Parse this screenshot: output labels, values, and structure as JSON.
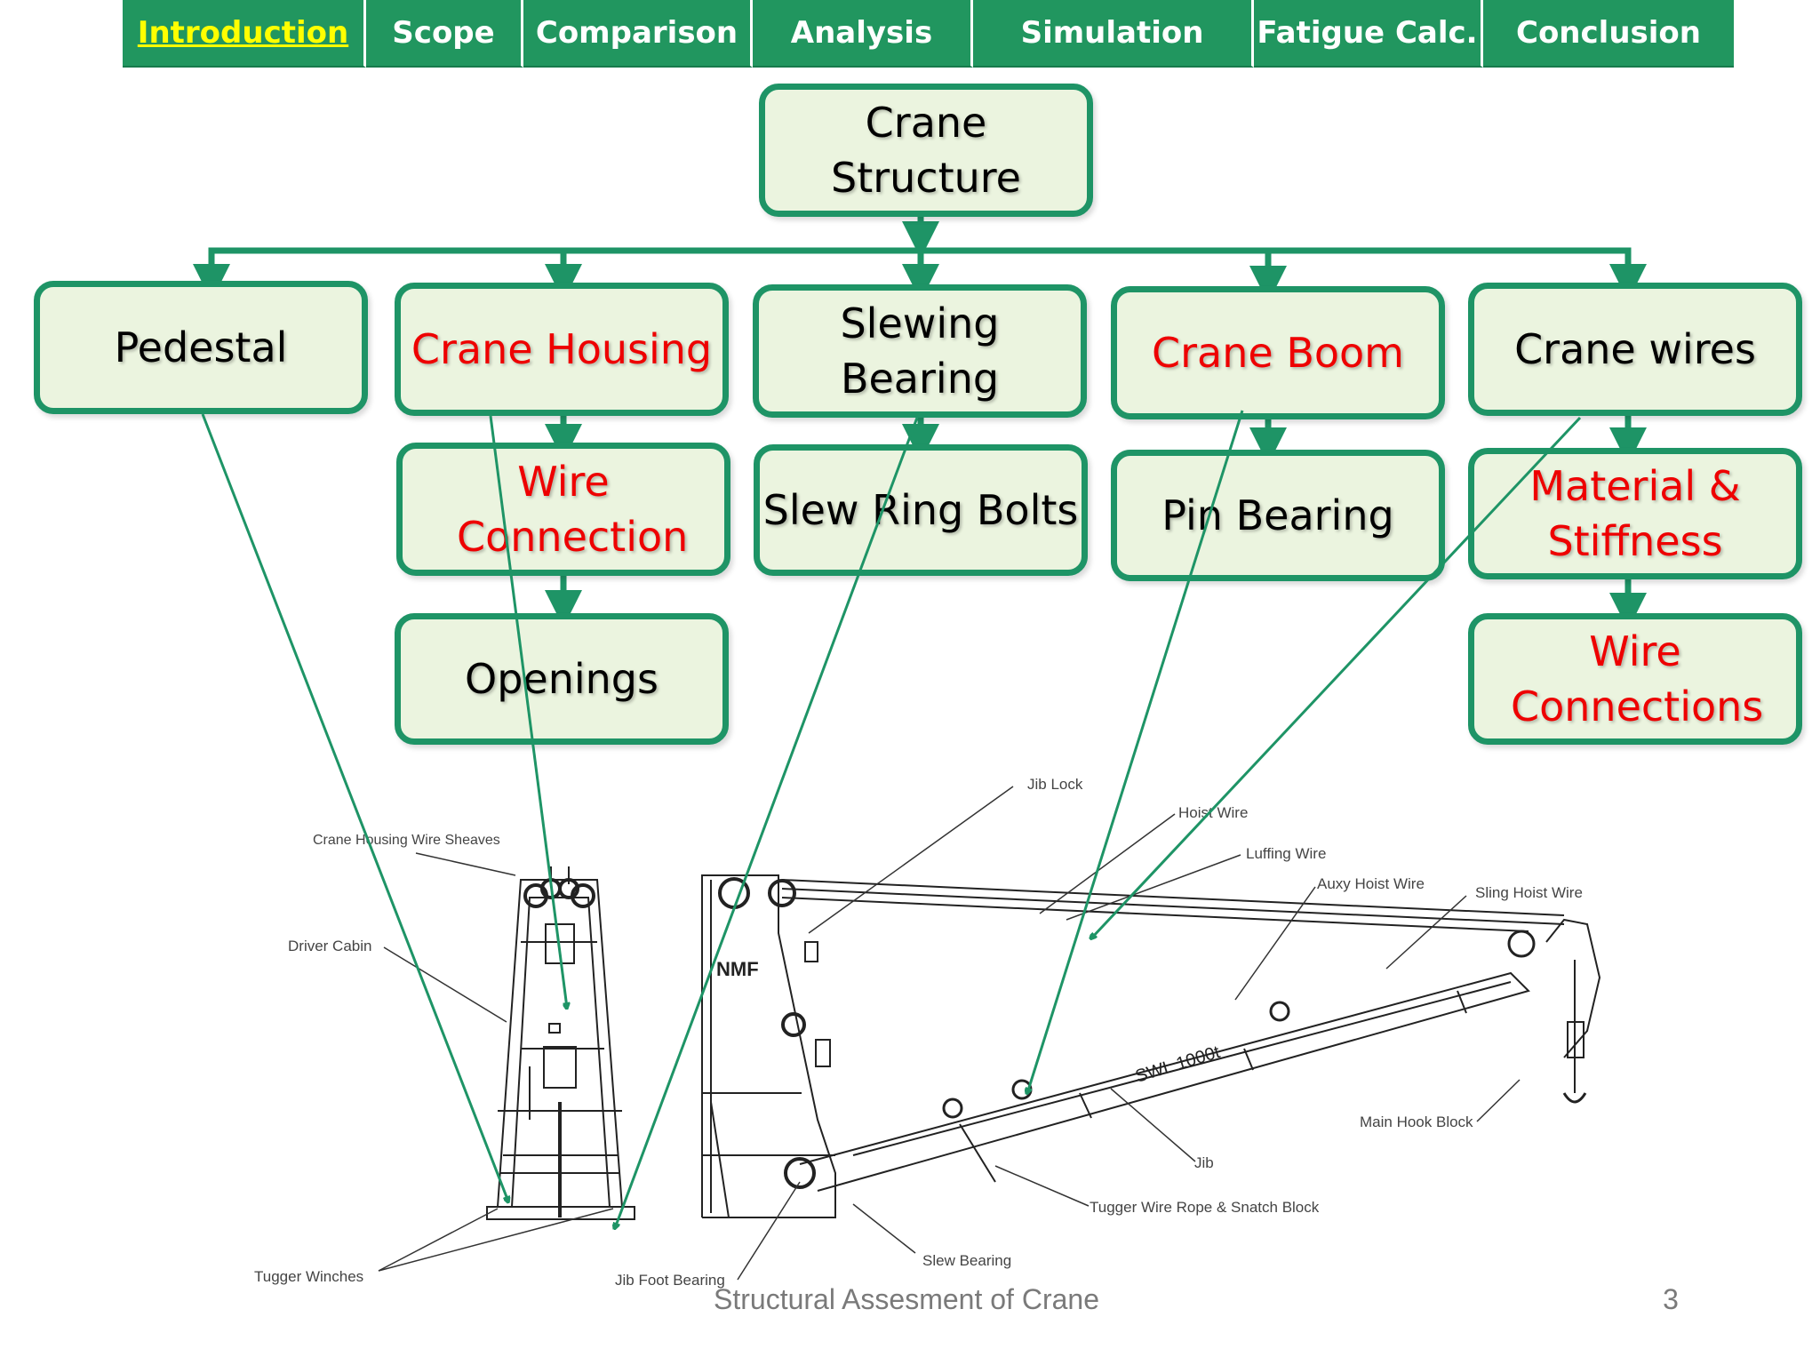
{
  "nav": {
    "tabs": [
      {
        "label": "Introduction",
        "active": true
      },
      {
        "label": "Scope"
      },
      {
        "label": "Comparison"
      },
      {
        "label": "Analysis"
      },
      {
        "label": "Simulation"
      },
      {
        "label": "Fatigue Calc."
      },
      {
        "label": "Conclusion"
      }
    ]
  },
  "diagram": {
    "root": "Crane Structure",
    "branches": {
      "pedestal": "Pedestal",
      "crane_housing": "Crane Housing",
      "wire_connection": "Wire Connection",
      "openings": "Openings",
      "slewing_bearing": "Slewing Bearing",
      "slew_ring_bolts": "Slew Ring Bolts",
      "crane_boom": "Crane Boom",
      "pin_bearing": "Pin Bearing",
      "crane_wires": "Crane wires",
      "material_stiffness": "Material & Stiffness",
      "wire_connections": "Wire Connections"
    }
  },
  "drawing": {
    "boom_marking": "SWL 1000t",
    "housing_logo": "NMF",
    "labels": {
      "jib_lock": "Jib Lock",
      "hoist_wire": "Hoist Wire",
      "luffing_wire": "Luffing Wire",
      "aux_hoist_wire": "Auxy Hoist Wire",
      "sling_hoist_wire": "Sling Hoist Wire",
      "crane_housing_wire_sheaves": "Crane Housing Wire Sheaves",
      "driver_cabin": "Driver Cabin",
      "main_hook_block": "Main Hook Block",
      "jib": "Jib",
      "tugger_wire_rope": "Tugger Wire Rope & Snatch Block",
      "slew_bearing": "Slew Bearing",
      "tugger_winches": "Tugger Winches",
      "jib_foot_bearing": "Jib Foot Bearing"
    }
  },
  "footer": {
    "title": "Structural Assesment of Crane",
    "page_number": "3"
  },
  "colors": {
    "nav_bg": "#21965f",
    "nav_active": "#ffff00",
    "box_bg": "#ebf4df",
    "box_border": "#1e9466",
    "highlight_text": "#ee0000",
    "connector": "#1e9466"
  }
}
